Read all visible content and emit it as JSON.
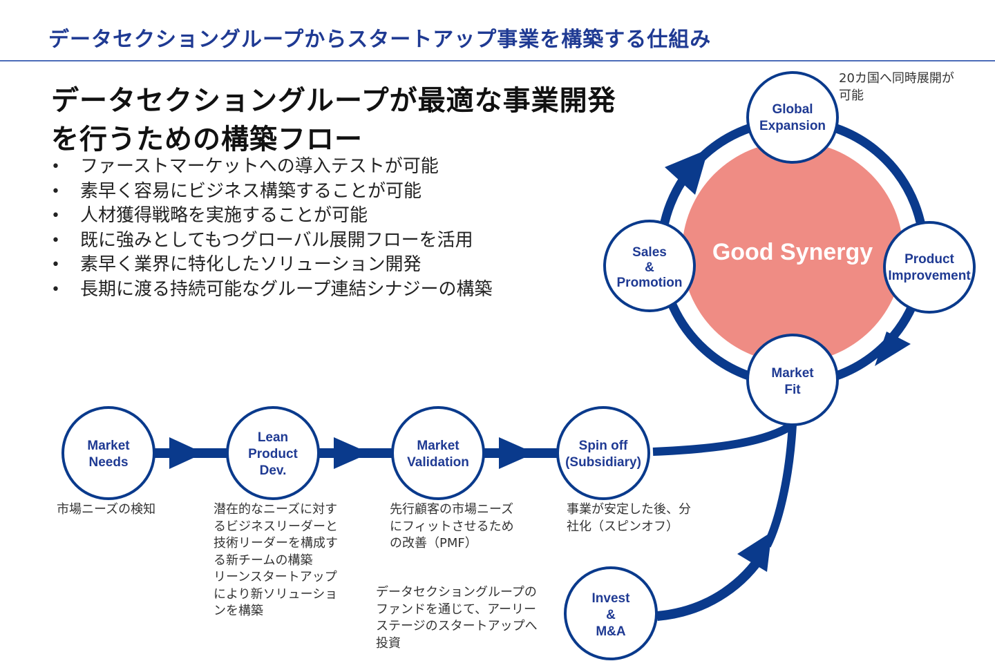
{
  "header": {
    "title": "データセクショングループからスタートアップ事業を構築する仕組み"
  },
  "main": {
    "title_lines": [
      "データセクショングループが最適な事業開発",
      "を行うための構築フロー"
    ],
    "bullets": [
      "ファーストマーケットへの導入テストが可能",
      "素早く容易にビジネス構築することが可能",
      "人材獲得戦略を実施することが可能",
      "既に強みとしてもつグローバル展開フローを活用",
      "素早く業界に特化したソリューション開発",
      "長期に渡る持続可能なグループ連結シナジーの構築"
    ],
    "bullet_glyph": "•"
  },
  "cycle": {
    "center_label": "Good Synergy",
    "nodes": {
      "global": {
        "lines": [
          "Global",
          "Expansion"
        ],
        "note": "20カ国へ同時展開が\n可能"
      },
      "sales": {
        "lines": [
          "Sales",
          "&",
          "Promotion"
        ]
      },
      "product": {
        "lines": [
          "Product",
          "Improvement"
        ]
      },
      "fit": {
        "lines": [
          "Market",
          "Fit"
        ]
      }
    }
  },
  "flow": {
    "steps": [
      {
        "lines": [
          "Market",
          "Needs"
        ],
        "desc": "市場ニーズの検知"
      },
      {
        "lines": [
          "Lean",
          "Product",
          "Dev."
        ],
        "desc": "潜在的なニーズに対す\nるビジネスリーダーと\n技術リーダーを構成す\nる新チームの構築\nリーンスタートアップ\nにより新ソリューショ\nンを構築"
      },
      {
        "lines": [
          "Market",
          "Validation"
        ],
        "desc": "先行顧客の市場ニーズ\nにフィットさせるため\nの改善（PMF）"
      },
      {
        "lines": [
          "Spin off",
          "(Subsidiary)"
        ],
        "desc": "事業が安定した後、分\n社化（スピンオフ）"
      }
    ],
    "invest": {
      "lines": [
        "Invest",
        "&",
        "M&A"
      ],
      "desc": "データセクショングループの\nファンドを通じて、アーリー\nステージのスタートアップへ\n投資"
    }
  },
  "colors": {
    "navy": "#0a3a8c",
    "title_blue": "#1f3a93",
    "synergy_pink": "#ef8c84"
  }
}
